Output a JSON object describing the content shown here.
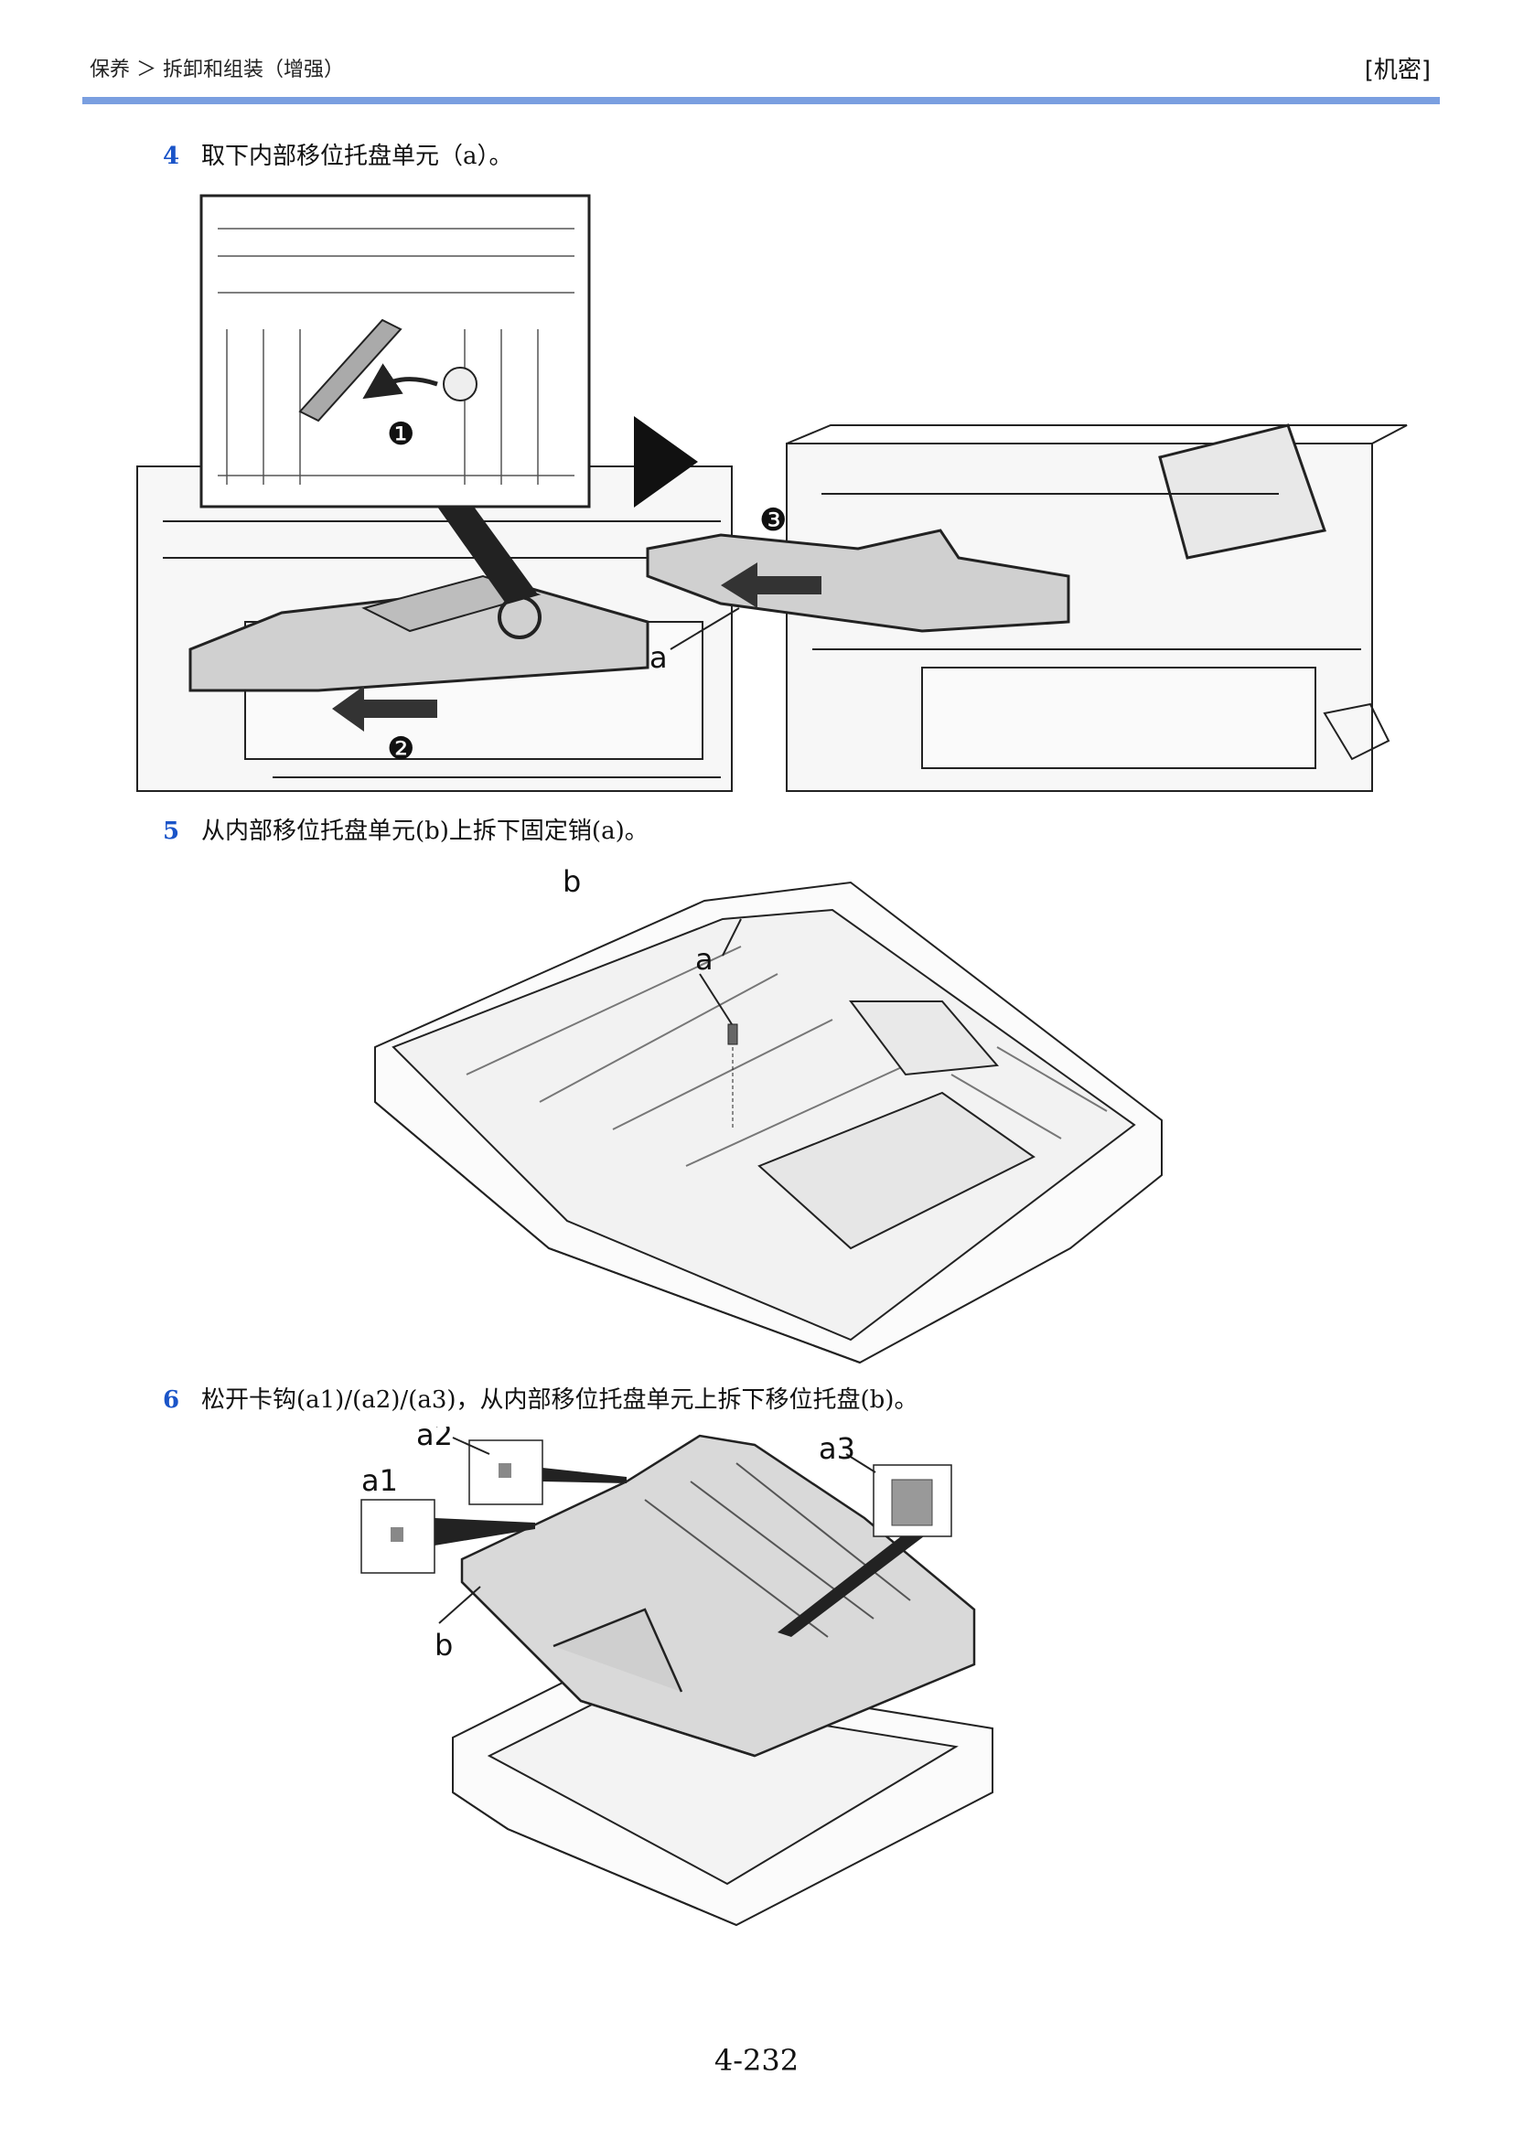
{
  "header": {
    "breadcrumb": "保养 ＞ 拆卸和组装（增强）",
    "classification": "[机密]"
  },
  "steps": [
    {
      "number": "4",
      "text": "取下内部移位托盘单元（a）。"
    },
    {
      "number": "5",
      "text": "从内部移位托盘单元(b)上拆下固定销(a)。"
    },
    {
      "number": "6",
      "text": "松开卡钩(a1)/(a2)/(a3)，从内部移位托盘单元上拆下移位托盘(b)。"
    }
  ],
  "figures": {
    "fig1": {
      "callouts": [
        "❶",
        "❷",
        "❸"
      ],
      "label_a": "a"
    },
    "fig2": {
      "label_a": "a",
      "label_b": "b"
    },
    "fig3": {
      "label_a1": "a1",
      "label_a2": "a2",
      "label_a3": "a3",
      "label_b": "b"
    }
  },
  "footer": {
    "page_number": "4-232"
  },
  "colors": {
    "accent_rule": "#7a9fe0",
    "step_number": "#1a54c8",
    "tray_fill": "#d9d9d9"
  }
}
